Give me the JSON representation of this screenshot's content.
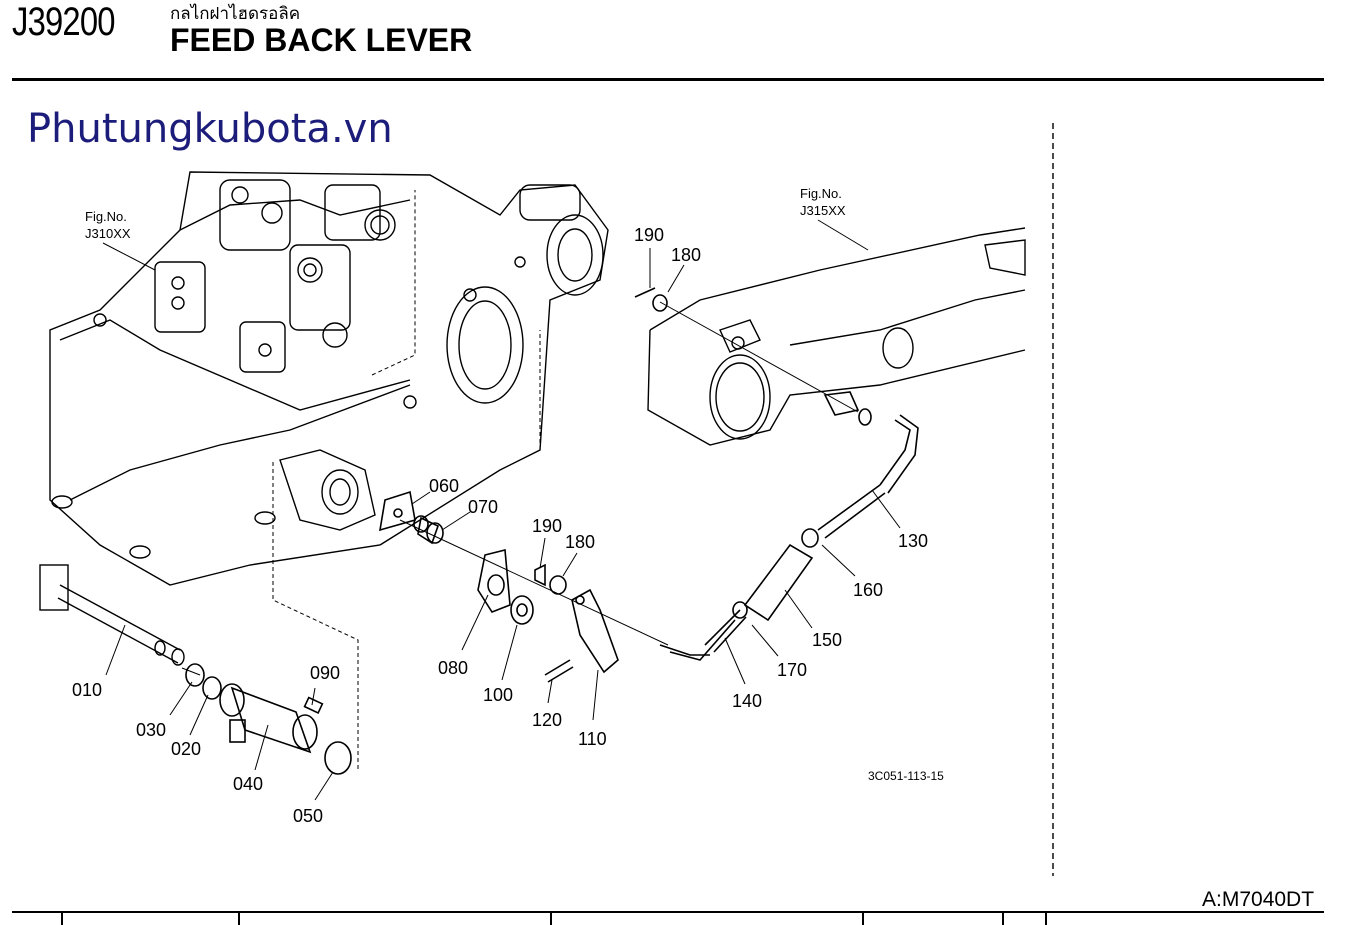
{
  "header": {
    "code": "J39200",
    "title_thai": "กลไกฝาไฮดรอลิค",
    "title_eng": "FEED BACK LEVER"
  },
  "watermark": "Phutungkubota.vn",
  "figure_refs": [
    {
      "line1": "Fig.No.",
      "line2": "J310XX"
    },
    {
      "line1": "Fig.No.",
      "line2": "J315XX"
    }
  ],
  "part_labels": {
    "p010": "010",
    "p020": "020",
    "p030": "030",
    "p040": "040",
    "p050": "050",
    "p060": "060",
    "p070": "070",
    "p080": "080",
    "p090": "090",
    "p100": "100",
    "p110": "110",
    "p120": "120",
    "p130": "130",
    "p140": "140",
    "p150": "150",
    "p160": "160",
    "p170": "170",
    "p180a": "180",
    "p190a": "190",
    "p180b": "180",
    "p190b": "190"
  },
  "drawing_number": "3C051-113-15",
  "model": "A:M7040DT",
  "colors": {
    "watermark": "#1c1c7a",
    "line": "#000000"
  }
}
